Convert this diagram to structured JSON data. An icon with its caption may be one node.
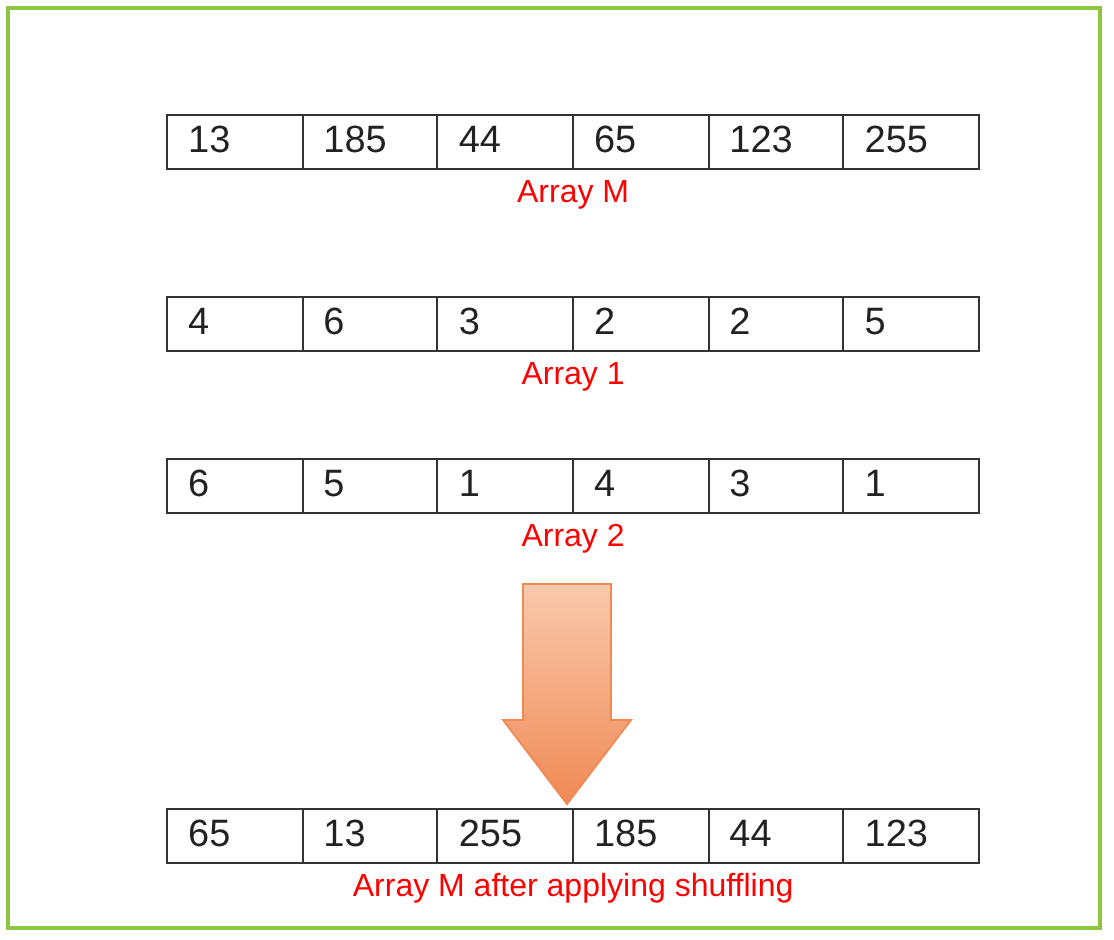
{
  "diagram": {
    "nodes": [
      {
        "text": [
          "13",
          "185",
          "44",
          "65",
          "123",
          "255"
        ],
        "beside": [
          "Array M"
        ]
      },
      {
        "text": [
          "4",
          "6",
          "3",
          "2",
          "2",
          "5"
        ],
        "beside": [
          "Array 1"
        ]
      },
      {
        "text": [
          "6",
          "5",
          "1",
          "4",
          "3",
          "1"
        ],
        "beside": [
          "Array 2"
        ]
      },
      {
        "text": [
          "65",
          "13",
          "255",
          "185",
          "44",
          "123"
        ],
        "beside": [
          "Array M after applying shuffling"
        ]
      }
    ],
    "edges": [
      {
        "from": 2,
        "to": 3,
        "arrow": "to",
        "style": "thick"
      }
    ]
  }
}
